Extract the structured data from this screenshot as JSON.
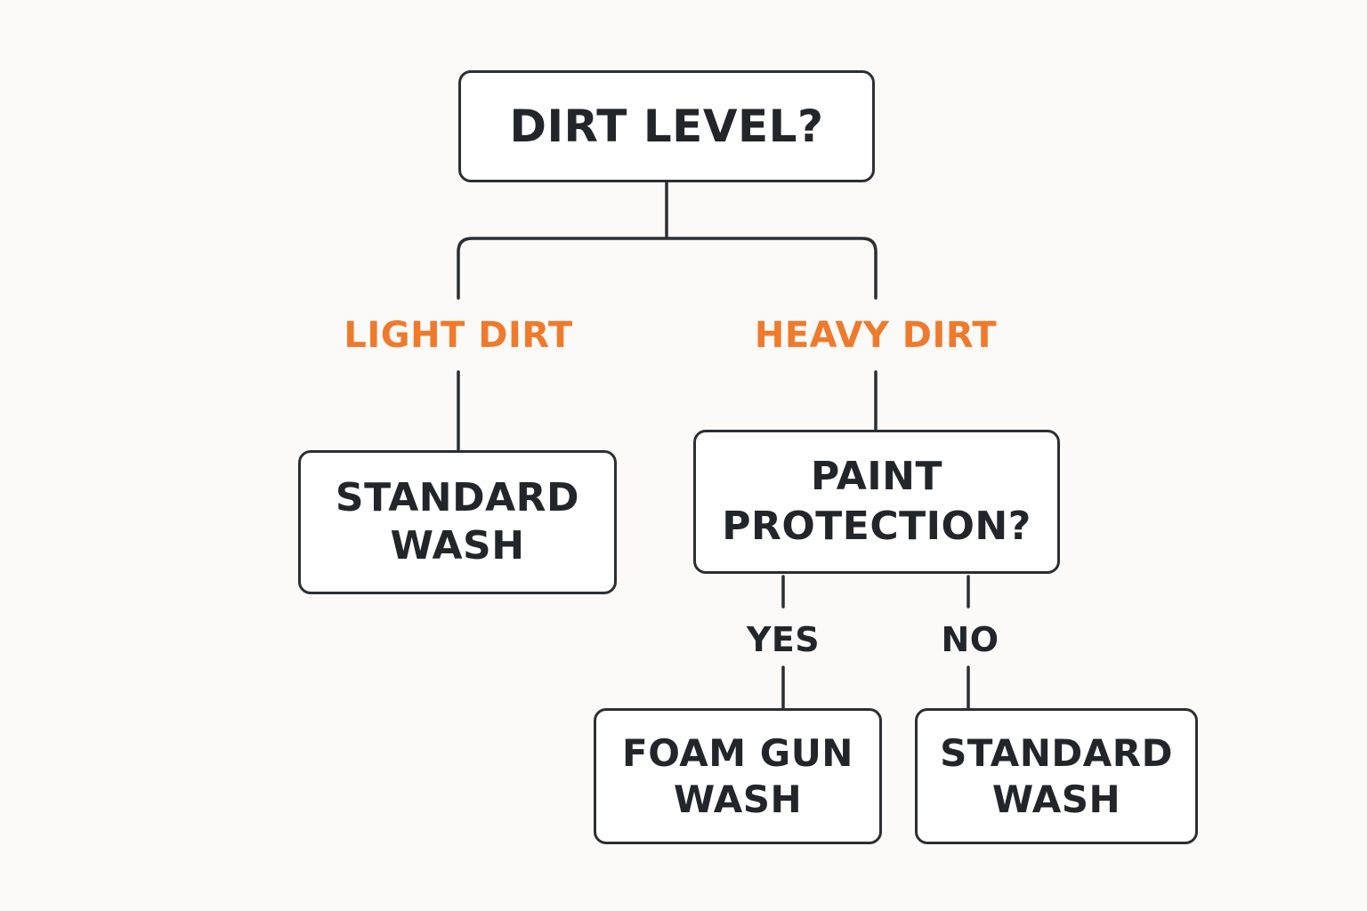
{
  "colors": {
    "background": "#fbfaf8",
    "stroke": "#2b2f33",
    "text": "#22262a",
    "accent": "#f07a2c"
  },
  "nodes": {
    "dirt_level": "DIRT LEVEL?",
    "standard_wash_left": "STANDARD\nWASH",
    "paint_protection": "PAINT\nPROTECTION?",
    "foam_gun_wash": "FOAM GUN\nWASH",
    "standard_wash_right": "STANDARD\nWASH"
  },
  "edges": {
    "light_dirt": "LIGHT DIRT",
    "heavy_dirt": "HEAVY DIRT",
    "yes": "YES",
    "no": "NO"
  }
}
